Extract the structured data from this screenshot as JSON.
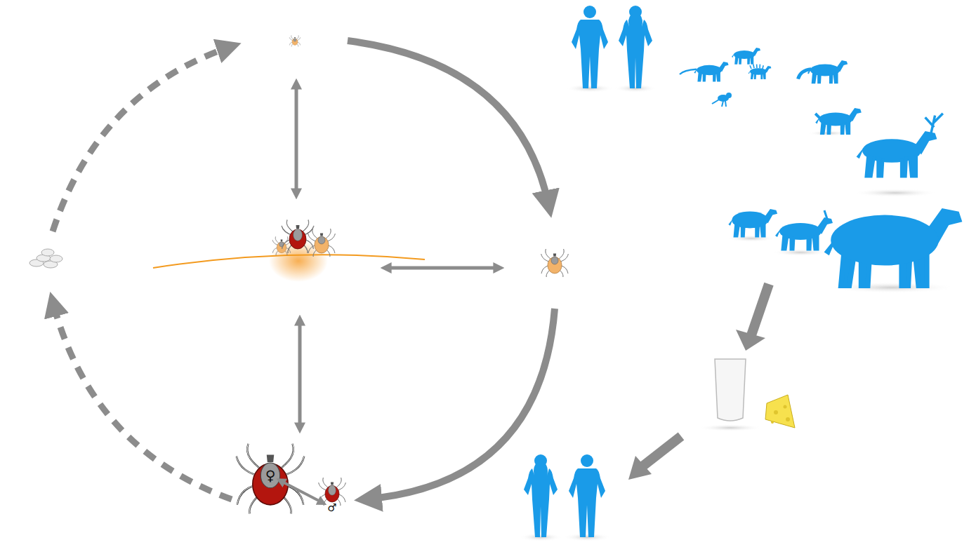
{
  "diagram": {
    "nodes": [
      {
        "text": [
          "♀"
        ]
      },
      {
        "text": [
          "♂"
        ]
      }
    ],
    "edges": [
      {
        "from": 0,
        "to": 1,
        "arrow": "both"
      }
    ]
  }
}
